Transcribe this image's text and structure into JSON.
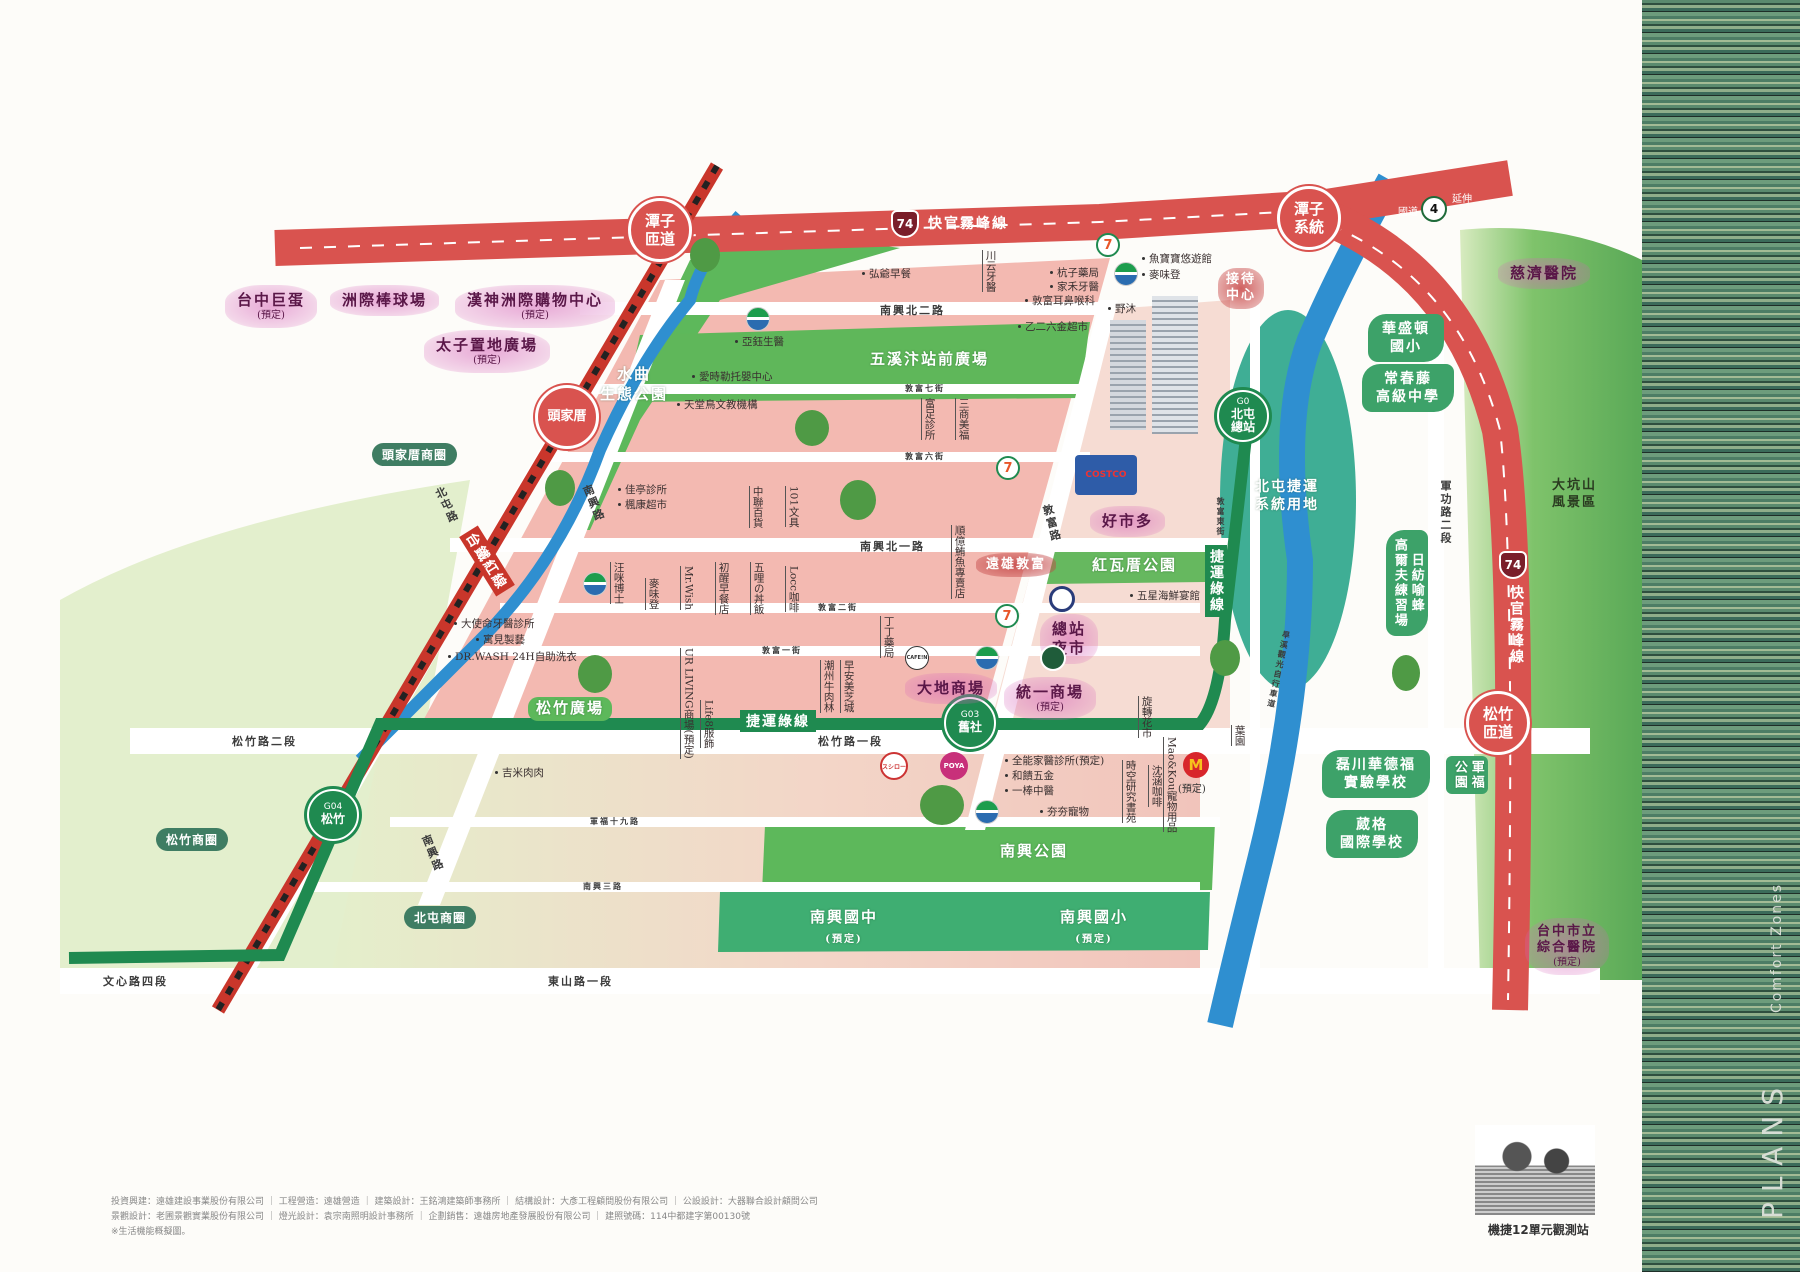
{
  "map": {
    "highway": {
      "shield": "74",
      "name": "快官霧峰線"
    },
    "freeway": {
      "prefix": "國道",
      "shield": "4",
      "suffix": "延伸"
    },
    "interchanges": [
      "潭子\n匝道",
      "頭家厝",
      "潭子\n系統",
      "松竹\n匝道"
    ],
    "rail_line": "台鐵紅線",
    "mrt_line": "捷運綠線",
    "stations": [
      {
        "code": "G04",
        "name": "松竹"
      },
      {
        "code": "G03",
        "name": "舊社"
      },
      {
        "code": "G0",
        "name": "北屯\n總站"
      }
    ],
    "roads": [
      "南興北二路",
      "敦富七街",
      "敦富六街",
      "南興北一路",
      "敦富二街",
      "敦富一街",
      "松竹路一段",
      "松竹路二段",
      "軍福十九路",
      "南興三路",
      "東山路一段",
      "文心路四段",
      "北屯路",
      "南興路",
      "南興路",
      "敦富路",
      "敦富東街",
      "軍功路二段",
      "旱溪觀光自行車道"
    ],
    "landmarks": [
      "台中巨蛋",
      "洲際棒球場",
      "漢神洲際購物中心",
      "太子置地廣場",
      "接待\n中心",
      "好市多",
      "總站\n夜市",
      "大地商場",
      "統一商場",
      "慈濟醫院",
      "台中市立\n綜合醫院",
      "遠雄敦富"
    ],
    "planned": "(預定)",
    "parks": [
      "水曲\n生態公園",
      "五溪汴站前廣場",
      "紅瓦厝公園",
      "松竹廣場",
      "南興公園",
      "北屯捷運\n系統用地",
      "大坑山\n風景區",
      "軍福\n公園"
    ],
    "schools": [
      "華盛頓\n國小",
      "常春藤\n高級中學",
      "日紡喻蜂\n高爾夫練習場",
      "磊川華德福\n實驗學校",
      "葳格\n國際學校",
      "南興國中",
      "南興國小"
    ],
    "districts": [
      "頭家厝商圈",
      "松竹商圈",
      "北屯商圈"
    ],
    "shops_h": [
      "弘爺早餐",
      "魚寶寶悠遊館",
      "麥味登",
      "杭子藥局",
      "家禾牙醫",
      "敦富耳鼻喉科",
      "乙二六金超市",
      "野沐",
      "亞鈺生醫",
      "愛時勒托嬰中心",
      "天堂鳥文教機構",
      "佳亭診所",
      "楓康超市",
      "大使命牙醫診所",
      "寓見製藝",
      "DR.WASH\n24H自助洗衣",
      "五星海鮮宴館",
      "全能家醫診所(預定)",
      "和饋五金",
      "一棒中醫",
      "夯夯寵物",
      "吉米肉肉"
    ],
    "shops_v": [
      "川云牙醫",
      "富足診所",
      "三商美福",
      "中聯百貨",
      "101文具",
      "順億鮪魚專賣店",
      "汪咪博士",
      "麥味登",
      "Mr.Wish",
      "初醒早餐店",
      "五哩の丼飯",
      "Locc咖啡",
      "丁丁藥局",
      "潮州牛肉林",
      "早安美芝城",
      "UR LIVING商場(預定)",
      "Life8服飾",
      "旋轉花市",
      "Mao&Kou寵物用品",
      "葉園",
      "時空研究書苑",
      "沈涵咖啡"
    ],
    "logos": {
      "seven": "7",
      "costco": "COSTCO",
      "sushiro": "スシロー",
      "poya": "POYA",
      "cafe": "CAFE!N",
      "mcd": "M"
    }
  },
  "footer": {
    "credits": [
      "投資興建：遠雄建設事業股份有限公司 ｜ 工程營造：遠雄營造 ｜ 建築設計：王銘鴻建築師事務所 ｜ 結構設計：大彥工程顧問股份有限公司 ｜ 公設設計：大器聯合設計顧問公司",
      "景觀設計：老圃景觀實業股份有限公司 ｜ 燈光設計：袁宗南照明設計事務所 ｜ 企劃銷售：遠雄房地產發展股份有限公司 ｜ 建照號碼：114中都建字第00130號"
    ],
    "note": "※生活機能概擬圖。"
  },
  "mascot_caption": "機捷12單元觀測站",
  "side": {
    "title": "PLANS",
    "subtitle": "Comfort Zones"
  },
  "colors": {
    "highway": "#d9534f",
    "rail": "#c9362b",
    "mrt": "#1f8a50",
    "river": "#2f8fd0",
    "residential": "#f2b8b0",
    "park": "#5bb35a"
  }
}
